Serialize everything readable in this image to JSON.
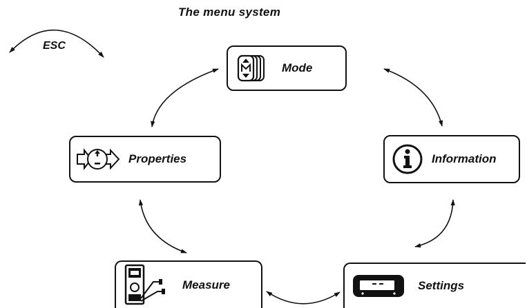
{
  "title": "The menu system",
  "esc": {
    "label": "ESC"
  },
  "nodes": {
    "mode": {
      "label": "Mode",
      "icon": "mode-keypad-icon"
    },
    "information": {
      "label": "Information",
      "icon": "info-icon"
    },
    "properties": {
      "label": "Properties",
      "icon": "properties-icon"
    },
    "measure": {
      "label": "Measure",
      "icon": "meter-probe-icon"
    },
    "settings": {
      "label": "Settings",
      "icon": "device-display-icon"
    }
  },
  "colors": {
    "line": "#111111",
    "background": "#ffffff"
  }
}
